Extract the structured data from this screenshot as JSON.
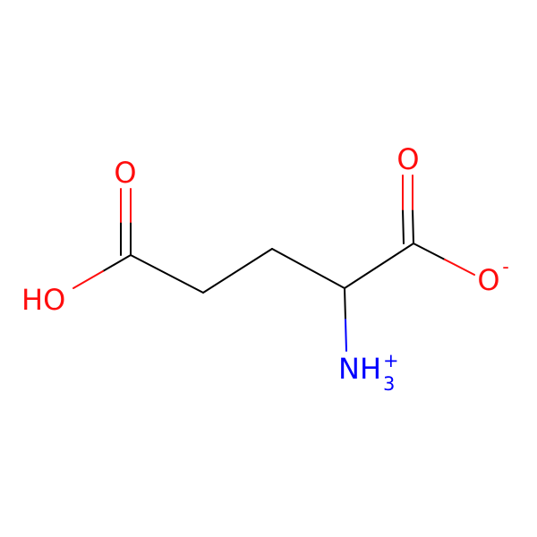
{
  "molecule": {
    "atoms": {
      "hydroxyl": {
        "label": "HO",
        "color": "#ff0d0d"
      },
      "acid_carbonyl_o": {
        "label": "O",
        "color": "#ff0d0d"
      },
      "carboxylate_carbonyl_o": {
        "label": "O",
        "color": "#ff0d0d"
      },
      "carboxylate_o": {
        "label": "O",
        "charge": "-",
        "color": "#ff0d0d"
      },
      "amine": {
        "label": "NH",
        "subscript": "3",
        "charge": "+",
        "color": "#0000ff"
      }
    },
    "bond_color": "#000000"
  }
}
